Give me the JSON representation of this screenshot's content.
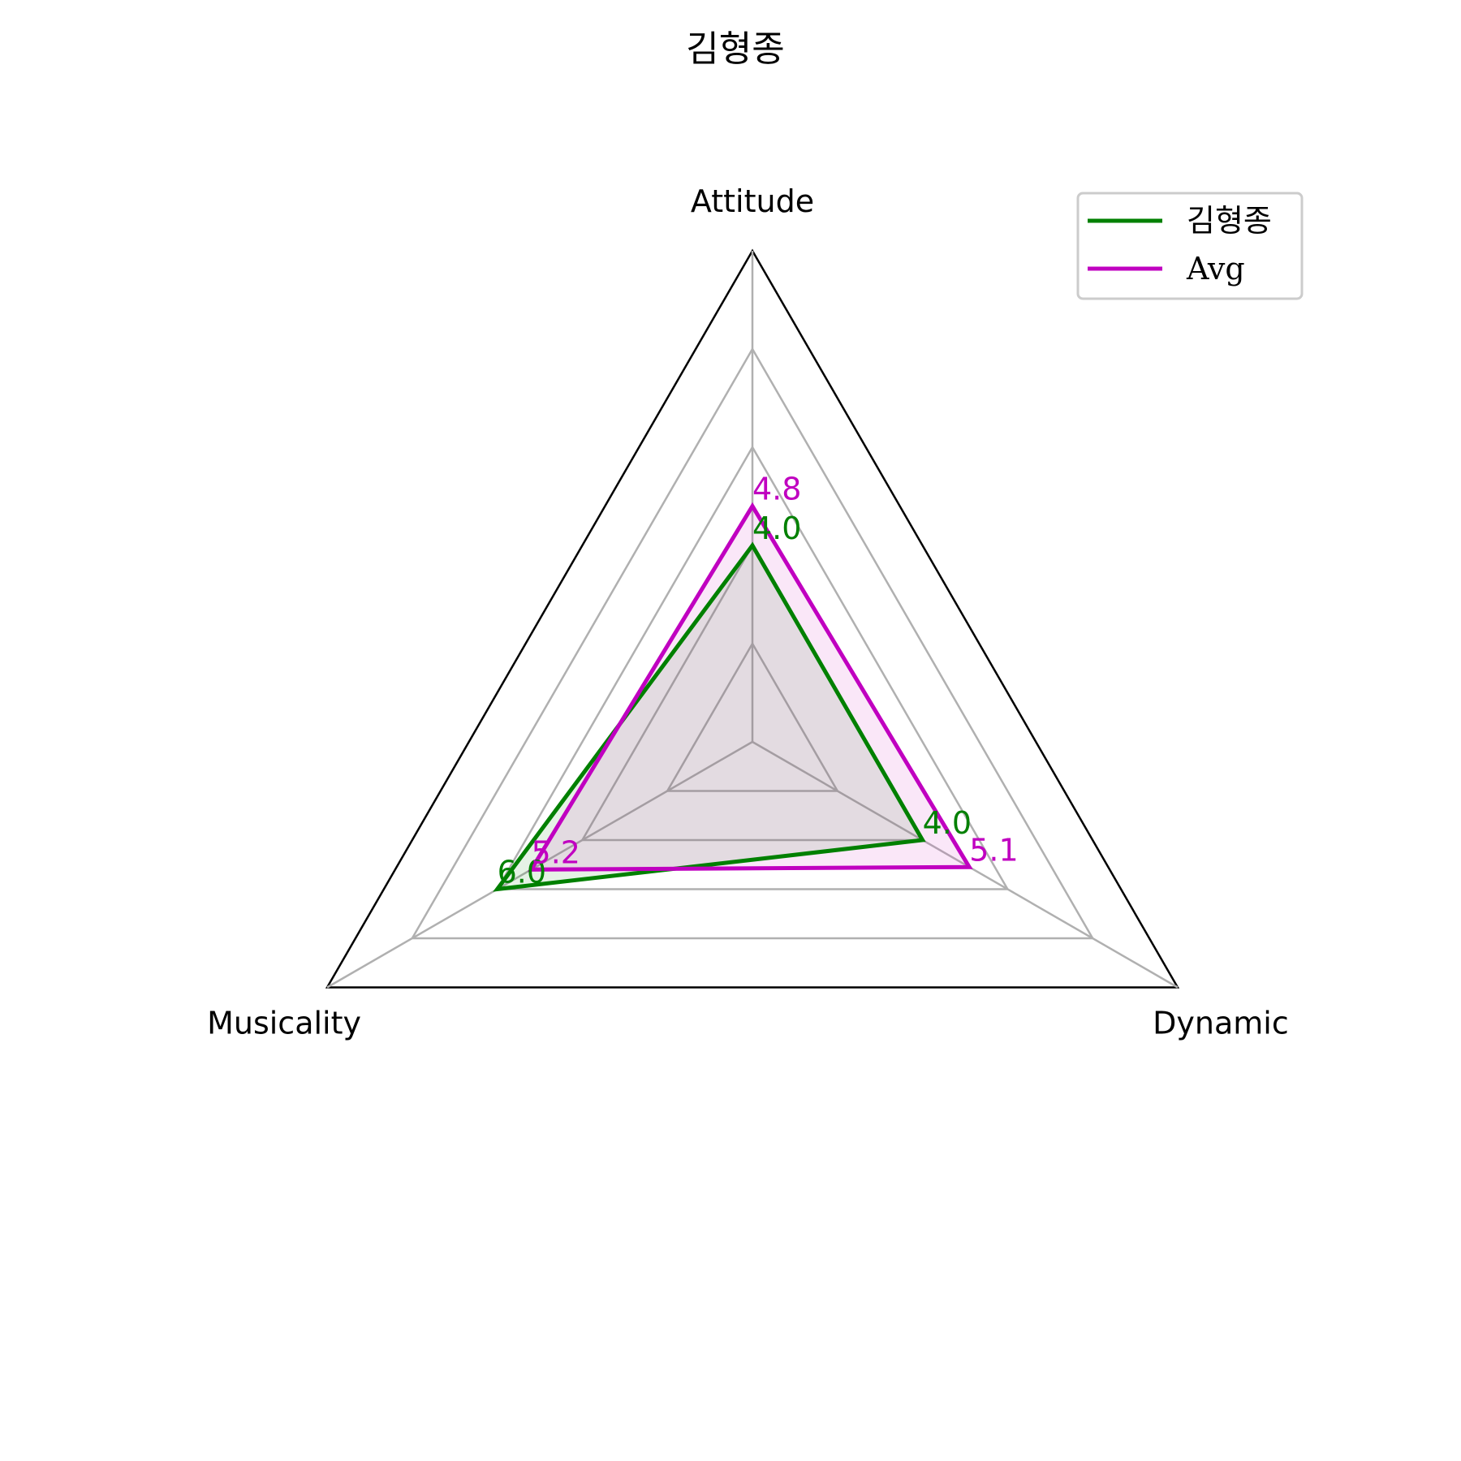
{
  "chart_data": {
    "type": "radar",
    "title": "김형종",
    "axes": [
      "Attitude",
      "Dynamic",
      "Musicality"
    ],
    "rmax": 10,
    "grid_levels": [
      2,
      4,
      6,
      8,
      10
    ],
    "series": [
      {
        "name": "김형종",
        "values": [
          4.0,
          4.0,
          6.0
        ],
        "labels": [
          "4.0",
          "4.0",
          "6.0"
        ],
        "color": "#008000",
        "fill": "rgba(0,128,0,0.10)"
      },
      {
        "name": "Avg",
        "values": [
          4.8,
          5.1,
          5.2
        ],
        "labels": [
          "4.8",
          "5.1",
          "5.2"
        ],
        "color": "#c000c0",
        "fill": "rgba(210,60,200,0.12)"
      }
    ],
    "legend_position": "top-right",
    "grid": true
  }
}
